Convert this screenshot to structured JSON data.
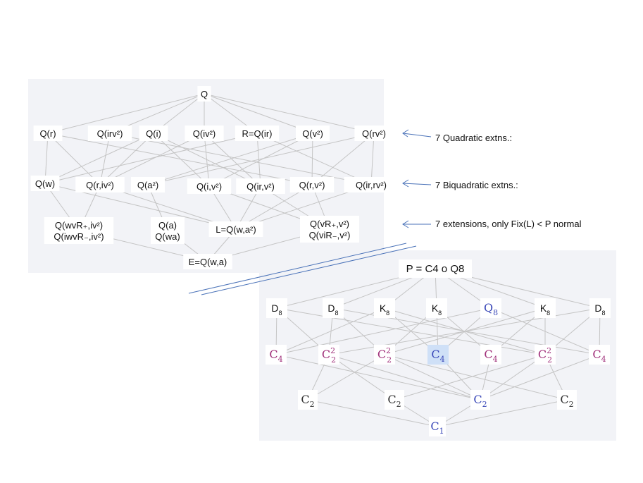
{
  "field_lattice": {
    "top": "Q",
    "quadratic": [
      "Q(r)",
      "Q(irv²)",
      "Q(i)",
      "Q(iv²)",
      "R=Q(ir)",
      "Q(v²)",
      "Q(rv²)"
    ],
    "biquadratic": [
      "Q(w)",
      "Q(r,iv²)",
      "Q(a²)",
      "Q(i,v²)",
      "Q(ir,v²)",
      "Q(r,v²)",
      "Q(ir,rv²)"
    ],
    "octic": [
      {
        "lines": [
          "Q(wvR₊,iv²)",
          "Q(iwvR₋,iv²)"
        ]
      },
      {
        "lines": [
          "Q(a)",
          "Q(wa)"
        ]
      },
      {
        "lines": [
          "L=Q(w,a²)"
        ]
      },
      {
        "lines": [
          "Q(vR₊,v²)",
          "Q(viR₋,v²)"
        ]
      }
    ],
    "bottom": "E=Q(w,a)"
  },
  "annotations": {
    "quadratic": "7 Quadratic  extns.:",
    "biquadratic": "7 Biquadratic  extns.:",
    "extensions": "7 extensions,  only  Fix(L) < P normal"
  },
  "group_lattice": {
    "top": "P = C4 o Q8",
    "order8": [
      {
        "base": "D",
        "sub": "8"
      },
      {
        "base": "D",
        "sub": "8"
      },
      {
        "base": "K",
        "sub": "8"
      },
      {
        "base": "K",
        "sub": "8"
      },
      {
        "base": "Q",
        "sub": "8"
      },
      {
        "base": "K",
        "sub": "8"
      },
      {
        "base": "D",
        "sub": "8"
      }
    ],
    "order4": [
      {
        "base": "C",
        "sub": "4",
        "sup": ""
      },
      {
        "base": "C",
        "sub": "2",
        "sup": "2"
      },
      {
        "base": "C",
        "sub": "2",
        "sup": "2"
      },
      {
        "base": "C",
        "sub": "4",
        "sup": ""
      },
      {
        "base": "C",
        "sub": "4",
        "sup": ""
      },
      {
        "base": "C",
        "sub": "2",
        "sup": "2"
      },
      {
        "base": "C",
        "sub": "4",
        "sup": ""
      }
    ],
    "order2": [
      {
        "base": "C",
        "sub": "2"
      },
      {
        "base": "C",
        "sub": "2"
      },
      {
        "base": "C",
        "sub": "2"
      },
      {
        "base": "C",
        "sub": "2"
      }
    ],
    "bottom": {
      "base": "C",
      "sub": "1"
    }
  },
  "colors": {
    "magenta": "#a0307a",
    "blue": "#3a48b8",
    "dark": "#333333",
    "highlight": "#cfe0f7",
    "arrow": "#4a72b8"
  }
}
